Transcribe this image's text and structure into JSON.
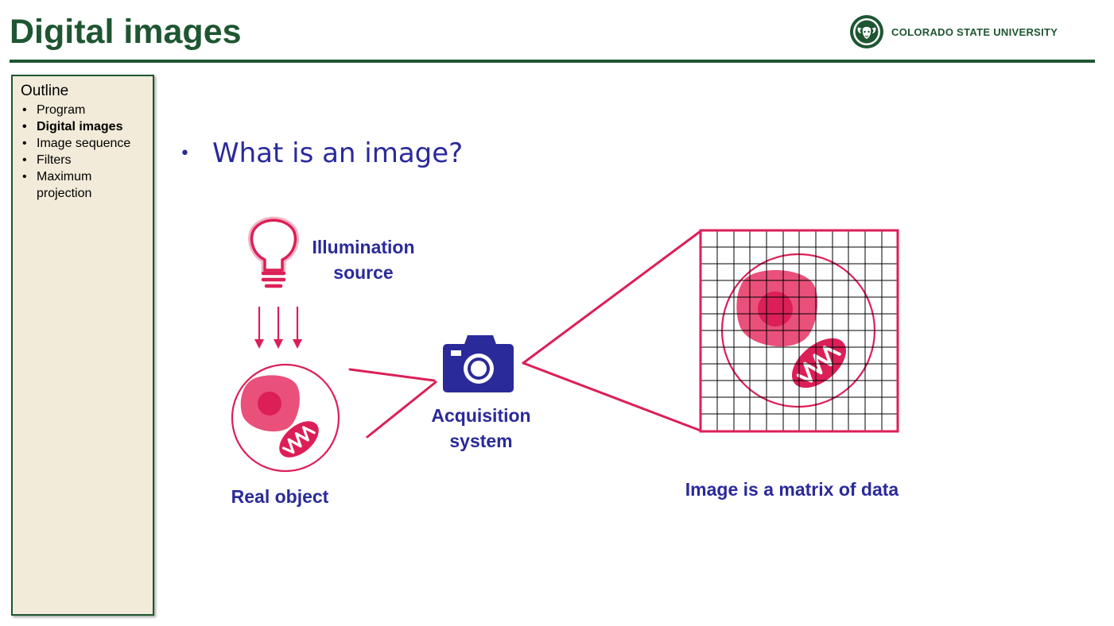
{
  "slide": {
    "title": "Digital images",
    "logo_text": "COLORADO STATE UNIVERSITY",
    "bullet": "What is an image?"
  },
  "outline": {
    "heading": "Outline",
    "items": [
      {
        "label": "Program",
        "active": false
      },
      {
        "label": "Digital images",
        "active": true
      },
      {
        "label": "Image sequence",
        "active": false
      },
      {
        "label": "Filters",
        "active": false
      },
      {
        "label": "Maximum projection",
        "active": false
      }
    ]
  },
  "diagram": {
    "illumination_label_line1": "Illumination",
    "illumination_label_line2": "source",
    "acquisition_label_line1": "Acquisition",
    "acquisition_label_line2": "system",
    "object_label": "Real object",
    "matrix_label": "Image is a matrix of data",
    "icons": [
      "lightbulb-icon",
      "camera-icon",
      "cell-icon",
      "mitochondria-icon"
    ],
    "colors": {
      "accent": "#dc1f57",
      "accent_light": "#e9507a",
      "label": "#2a2a9a",
      "csu_green": "#1e5631",
      "panel": "#f2ebd9"
    }
  }
}
